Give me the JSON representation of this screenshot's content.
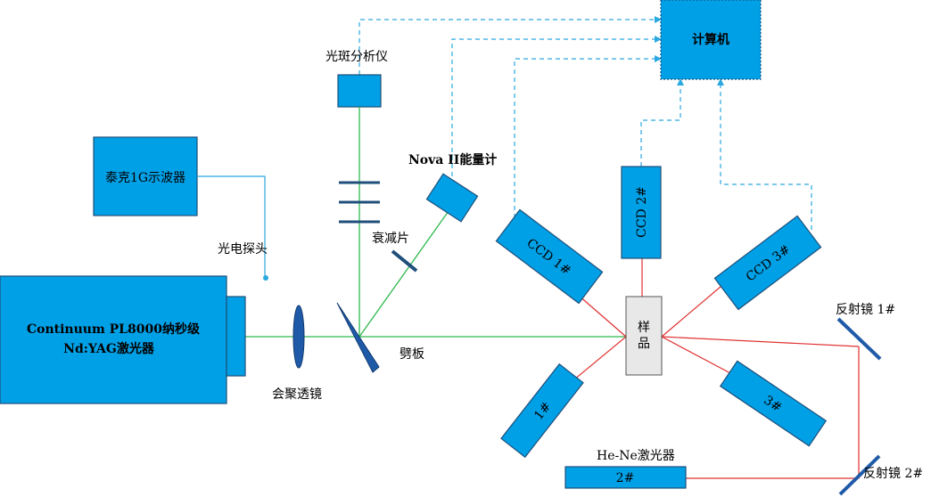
{
  "labels": {
    "computer": "计算机",
    "beam_profiler": "光斑分析仪",
    "oscilloscope": "泰克1G示波器",
    "photo_probe": "光电探头",
    "energy_meter": "Nova II能量计",
    "attenuator": "衰减片",
    "laser_line1": "Continuum PL8000纳秒级",
    "laser_line2": "Nd:YAG激光器",
    "focus_lens": "会聚透镜",
    "splitter": "劈板",
    "sample_line1": "样",
    "sample_line2": "品",
    "ccd1": "CCD 1#",
    "ccd2": "CCD 2#",
    "ccd3": "CCD 3#",
    "det1": "1#",
    "det2": "2#",
    "det3": "3#",
    "hene_laser": "He-Ne激光器",
    "mirror1": "反射镜 1#",
    "mirror2": "反射镜 2#"
  },
  "colors": {
    "device": "#00a0e6",
    "green_beam": "#2db84d",
    "red_beam": "#e03030",
    "signal": "#2aa8e0",
    "optic": "#1f5aa8",
    "sample": "#e8e8e8"
  }
}
